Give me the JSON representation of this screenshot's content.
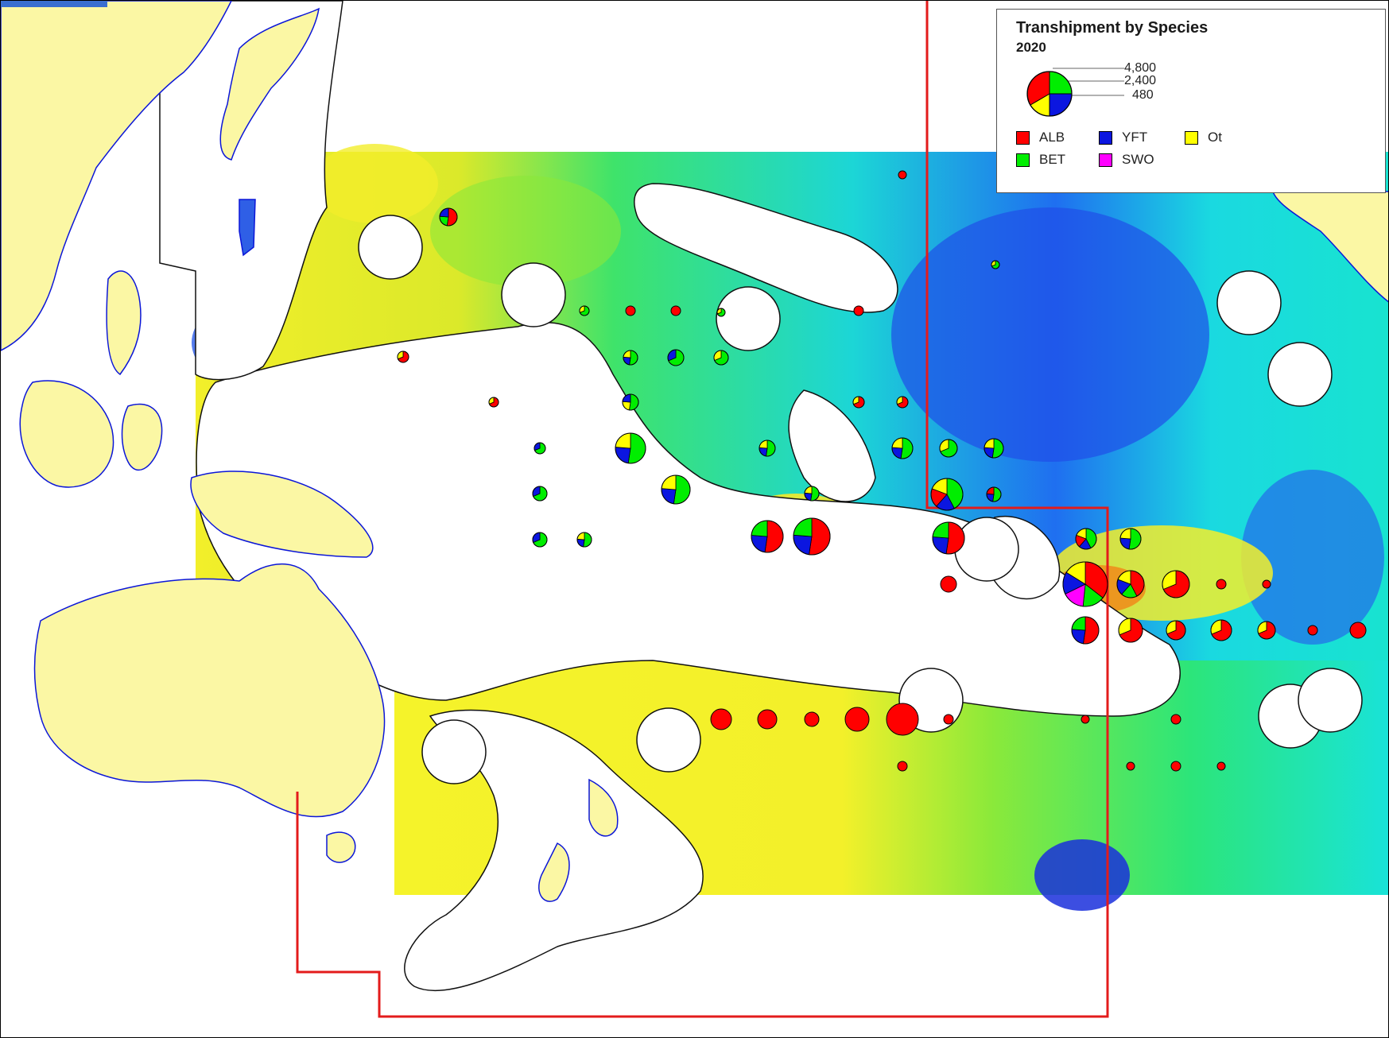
{
  "map": {
    "colors": {
      "land": "#fbf7a4",
      "coast": "#0b16d8",
      "boundary": "#e31b1b",
      "heat_low": "#1a3fe0",
      "heat_mid": "#19e6e6",
      "heat_green": "#2ee62e",
      "heat_yellow": "#f5f52a",
      "heat_high": "#ea4a10"
    }
  },
  "legend": {
    "title": "Transhipment by Species",
    "year": "2020",
    "scale_values": [
      "4,800",
      "2,400",
      "480"
    ],
    "species": [
      {
        "code": "ALB",
        "color": "#ff0000"
      },
      {
        "code": "YFT",
        "color": "#0b16e0"
      },
      {
        "code": "OT",
        "label": "Ot",
        "color": "#ffff00"
      },
      {
        "code": "BET",
        "color": "#00ee00"
      },
      {
        "code": "SWO",
        "color": "#ff00ff"
      }
    ]
  }
}
